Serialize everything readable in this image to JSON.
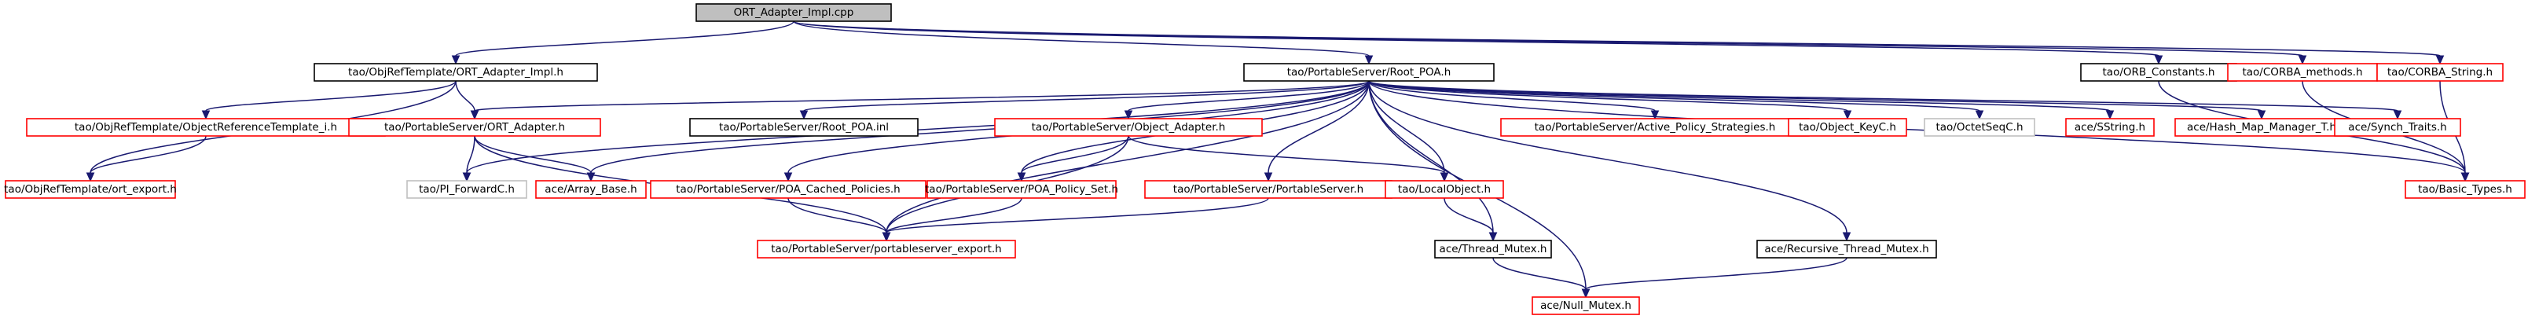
{
  "colors": {
    "edge": "#191970",
    "root_fill": "#bfbfbf",
    "root_border": "#000000",
    "black_border": "#000000",
    "red_border": "#ff0000",
    "gray_border": "#bfbfbf",
    "node_fill": "#ffffff"
  },
  "nodes": [
    {
      "id": "root",
      "label": "ORT_Adapter_Impl.cpp",
      "style": "root"
    },
    {
      "id": "orti",
      "label": "tao/ObjRefTemplate/ORT_Adapter_Impl.h",
      "style": "black"
    },
    {
      "id": "rootpoa",
      "label": "tao/PortableServer/Root_POA.h",
      "style": "black"
    },
    {
      "id": "orbc",
      "label": "tao/ORB_Constants.h",
      "style": "black"
    },
    {
      "id": "corbam",
      "label": "tao/CORBA_methods.h",
      "style": "red"
    },
    {
      "id": "corbas",
      "label": "tao/CORBA_String.h",
      "style": "red"
    },
    {
      "id": "orti_i",
      "label": "tao/ObjRefTemplate/ObjectReferenceTemplate_i.h",
      "style": "red"
    },
    {
      "id": "psorta",
      "label": "tao/PortableServer/ORT_Adapter.h",
      "style": "red"
    },
    {
      "id": "rootinl",
      "label": "tao/PortableServer/Root_POA.inl",
      "style": "black"
    },
    {
      "id": "objad",
      "label": "tao/PortableServer/Object_Adapter.h",
      "style": "red"
    },
    {
      "id": "aps",
      "label": "tao/PortableServer/Active_Policy_Strategies.h",
      "style": "red"
    },
    {
      "id": "okey",
      "label": "tao/Object_KeyC.h",
      "style": "red"
    },
    {
      "id": "octet",
      "label": "tao/OctetSeqC.h",
      "style": "gray"
    },
    {
      "id": "sstring",
      "label": "ace/SString.h",
      "style": "red"
    },
    {
      "id": "hashmap",
      "label": "ace/Hash_Map_Manager_T.h",
      "style": "red"
    },
    {
      "id": "synch",
      "label": "ace/Synch_Traits.h",
      "style": "red"
    },
    {
      "id": "basic",
      "label": "tao/Basic_Types.h",
      "style": "red"
    },
    {
      "id": "ortexp",
      "label": "tao/ObjRefTemplate/ort_export.h",
      "style": "red"
    },
    {
      "id": "pifwd",
      "label": "tao/PI_ForwardC.h",
      "style": "gray"
    },
    {
      "id": "arrbase",
      "label": "ace/Array_Base.h",
      "style": "red"
    },
    {
      "id": "cached",
      "label": "tao/PortableServer/POA_Cached_Policies.h",
      "style": "red"
    },
    {
      "id": "polset",
      "label": "tao/PortableServer/POA_Policy_Set.h",
      "style": "red"
    },
    {
      "id": "psps",
      "label": "tao/PortableServer/PortableServer.h",
      "style": "red"
    },
    {
      "id": "local",
      "label": "tao/LocalObject.h",
      "style": "red"
    },
    {
      "id": "psexp",
      "label": "tao/PortableServer/portableserver_export.h",
      "style": "red"
    },
    {
      "id": "thmutex",
      "label": "ace/Thread_Mutex.h",
      "style": "black"
    },
    {
      "id": "recmutex",
      "label": "ace/Recursive_Thread_Mutex.h",
      "style": "black"
    },
    {
      "id": "nullmutex",
      "label": "ace/Null_Mutex.h",
      "style": "red"
    }
  ],
  "edges": [
    [
      "root",
      "orti"
    ],
    [
      "root",
      "rootpoa"
    ],
    [
      "root",
      "orbc"
    ],
    [
      "root",
      "corbam"
    ],
    [
      "root",
      "corbas"
    ],
    [
      "orti",
      "ortexp"
    ],
    [
      "orti",
      "orti_i"
    ],
    [
      "orti",
      "psorta"
    ],
    [
      "orti_i",
      "ortexp"
    ],
    [
      "rootpoa",
      "psorta"
    ],
    [
      "rootpoa",
      "rootinl"
    ],
    [
      "rootpoa",
      "objad"
    ],
    [
      "rootpoa",
      "aps"
    ],
    [
      "rootpoa",
      "okey"
    ],
    [
      "rootpoa",
      "octet"
    ],
    [
      "rootpoa",
      "sstring"
    ],
    [
      "rootpoa",
      "hashmap"
    ],
    [
      "rootpoa",
      "synch"
    ],
    [
      "rootpoa",
      "basic"
    ],
    [
      "rootpoa",
      "pifwd"
    ],
    [
      "rootpoa",
      "arrbase"
    ],
    [
      "rootpoa",
      "cached"
    ],
    [
      "rootpoa",
      "polset"
    ],
    [
      "rootpoa",
      "psps"
    ],
    [
      "rootpoa",
      "local"
    ],
    [
      "rootpoa",
      "psexp"
    ],
    [
      "rootpoa",
      "thmutex"
    ],
    [
      "rootpoa",
      "recmutex"
    ],
    [
      "rootpoa",
      "nullmutex"
    ],
    [
      "orbc",
      "basic"
    ],
    [
      "corbam",
      "basic"
    ],
    [
      "corbas",
      "basic"
    ],
    [
      "psorta",
      "pifwd"
    ],
    [
      "psorta",
      "arrbase"
    ],
    [
      "psorta",
      "psexp"
    ],
    [
      "objad",
      "polset"
    ],
    [
      "objad",
      "local"
    ],
    [
      "objad",
      "psexp"
    ],
    [
      "cached",
      "psexp"
    ],
    [
      "polset",
      "psexp"
    ],
    [
      "psps",
      "psexp"
    ],
    [
      "local",
      "thmutex"
    ],
    [
      "thmutex",
      "nullmutex"
    ],
    [
      "recmutex",
      "nullmutex"
    ]
  ]
}
